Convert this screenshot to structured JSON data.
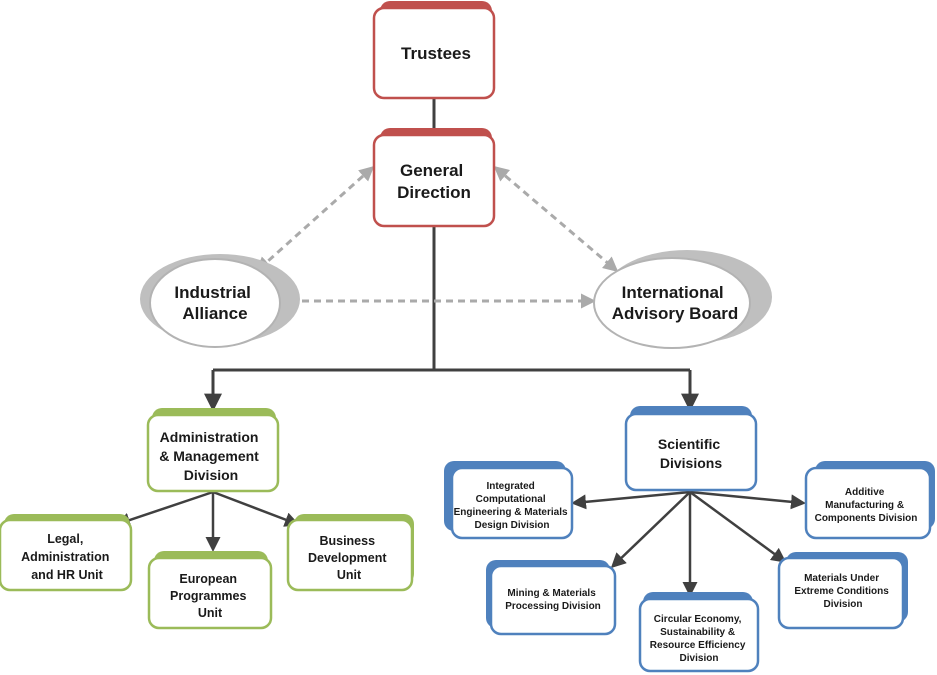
{
  "nodes": {
    "trustees": {
      "lines": [
        "Trustees"
      ]
    },
    "general_direction": {
      "lines": [
        "General",
        "Direction"
      ]
    },
    "industrial_alliance": {
      "lines": [
        "Industrial",
        "Alliance"
      ]
    },
    "international_advisory_board": {
      "lines": [
        "International",
        "Advisory Board"
      ]
    },
    "admin_division": {
      "lines": [
        "Administration",
        "& Management",
        "Division"
      ]
    },
    "scientific_divisions": {
      "lines": [
        "Scientific",
        "Divisions"
      ]
    },
    "legal_admin_hr": {
      "lines": [
        "Legal,",
        "Administration",
        "and HR Unit"
      ]
    },
    "european_programmes": {
      "lines": [
        "European",
        "Programmes",
        "Unit"
      ]
    },
    "business_development": {
      "lines": [
        "Business",
        "Development",
        "Unit"
      ]
    },
    "integrated_computational": {
      "lines": [
        "Integrated",
        "Computational",
        "Engineering & Materials",
        "Design Division"
      ]
    },
    "additive_manufacturing": {
      "lines": [
        "Additive",
        "Manufacturing &",
        "Components Division"
      ]
    },
    "mining_materials": {
      "lines": [
        "Mining & Materials",
        "Processing Division"
      ]
    },
    "circular_economy": {
      "lines": [
        "Circular Economy,",
        "Sustainability &",
        "Resource Efficiency",
        "Division"
      ]
    },
    "materials_extreme": {
      "lines": [
        "Materials Under",
        "Extreme Conditions",
        "Division"
      ]
    }
  },
  "colors": {
    "red": "#c0504d",
    "green": "#9bbb59",
    "blue": "#4f81bd",
    "gray": "#b3b3b3",
    "line": "#404040",
    "dash": "#aaaaaa"
  }
}
